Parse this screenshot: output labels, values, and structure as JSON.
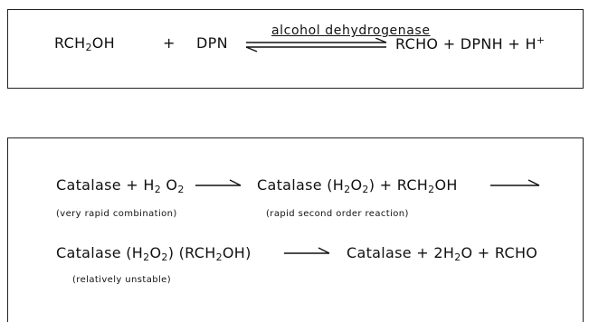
{
  "reaction1": {
    "alcohol": "RCH",
    "alcohol_sub": "2",
    "alcohol_end": "OH",
    "plus1": "+",
    "dpn": "DPN",
    "enzyme_label": "alcohol dehydrogenase",
    "products_a": "RCHO + DPNH + H",
    "products_sup": "+"
  },
  "reaction2": {
    "catalase1": "Catalase + H",
    "h2o2_sub1": "2",
    "o_part": "O",
    "h2o2_sub2": "2",
    "complex1_a": "Catalase (H",
    "complex1_sub1": "2",
    "complex1_b": "O",
    "complex1_sub2": "2",
    "complex1_c": ") + RCH",
    "complex1_sub3": "2",
    "complex1_d": "OH",
    "note1": "(very rapid combination)",
    "note2": "(rapid second order reaction)",
    "complex2_a": "Catalase (H",
    "complex2_sub1": "2",
    "complex2_b": "O",
    "complex2_sub2": "2",
    "complex2_c": ") (RCH",
    "complex2_sub3": "2",
    "complex2_d": "OH)",
    "final_a": "Catalase +  2H",
    "final_sub": "2",
    "final_b": "O + RCHO",
    "note3": "(relatively unstable)"
  }
}
